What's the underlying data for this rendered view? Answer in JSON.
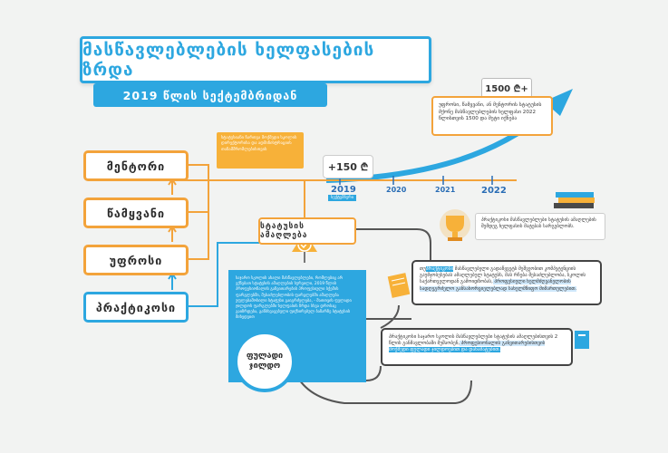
{
  "header": {
    "title": "მასწავლებლების ხელფასების ზრდა",
    "subtitle": "2019 წლის სექტემბრიდან"
  },
  "roles": [
    {
      "label": "მენტორი"
    },
    {
      "label": "წამყვანი"
    },
    {
      "label": "უფროსი"
    },
    {
      "label": "პრაქტიკოსი"
    }
  ],
  "timeline": {
    "years": [
      "2019",
      "2020",
      "2021",
      "2022"
    ],
    "year_2019_tag": "სექტემბერი",
    "increase": "+150 ₾",
    "target": "1500 ₾+"
  },
  "notes": {
    "orange": "სტატუსიანი ჩართვა მოქმედი სკოლის დირექტორისა და ადმინისტრაციის თანამშრომლებისთვის",
    "price": "უფროსი, წამყვანი, ან მენტორის სტატუსის მქონე მასწავლებლების ხელფასი 2022 წლისთვის 1500 და მეტი იქნება",
    "status": "სტატუსის ამაღლება",
    "blue_panel": "საჯარო სკოლის ახალი მასწავლებლები, რომლებიც არ ექნებათ სტატუსის ამაღლების სურვილი, 2019 წლის პროფესიონალის განვითარების პროფესიული სქემის ფარგლებში, შესაძლებლობის ფარგლებში ამაღლება უფლებამოსილი სტატუსი გაიგრძელება, - მათთვის ფულადი ჯილდოს ფარგლებში ხელფასის ზრდა სხვა დროსაც გაიზრდება, განსხვავებული ფიქსირებულ ბაზარზე სტატუსის მიხედვით",
    "steel_line1": "ფულადი",
    "steel_line2": "ჯილდო",
    "right": "პრაქტიკოსი მასწავლებლები სტატუსის ამაღლების შემდეგ ხელფასის მატებას სარგებლობს.",
    "gray_part1": "თუ",
    "gray_part2": "პრაქტიკოსი",
    "gray_part3": " მასწავლებელი გადაწყვეტს მეშვეობით კომპეტენციის გაუმჯობესებას ამაღლებულ სტატუსს, მას რჩება შესაძლებლობა, სკოლის საქართველოდან გამოიდზობას,",
    "gray_part4": " პროფესიული ხელმძღვანელობის სადღეგრძელო განსახორციელებლად სახელმწიფო მიმართულებით.",
    "bottom_part1": "პრაქტიკოსი საჯარო სკოლის მასწავლებლები სტატუსის ამაღლებისთვის 2 წლის განმავლობაში მუშაობენ,",
    "bottom_part2": " პროფესიონალის განვითარებისთვის",
    "bottom_part3": " მოქმედი ფულადი ჯილდოებით და დანამატებით."
  },
  "colors": {
    "blue": "#2da7e0",
    "orange": "#f3a33b",
    "accent_orange": "#f7b139"
  }
}
